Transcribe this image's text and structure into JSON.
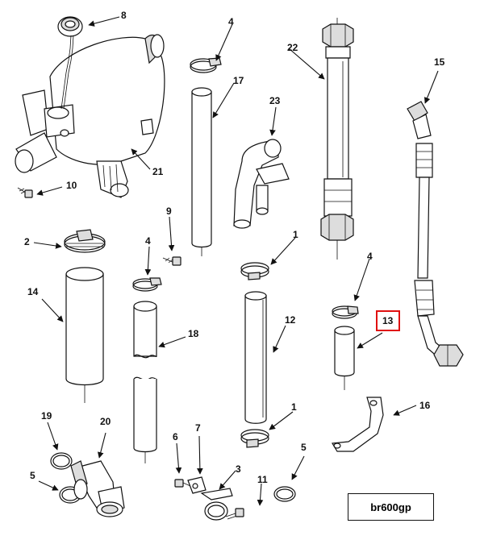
{
  "labels": {
    "l1a": "1",
    "l1b": "1",
    "l2": "2",
    "l3": "3",
    "l4a": "4",
    "l4b": "4",
    "l4c": "4",
    "l5a": "5",
    "l5b": "5",
    "l6": "6",
    "l7": "7",
    "l8": "8",
    "l9": "9",
    "l10": "10",
    "l11": "11",
    "l12": "12",
    "l13": "13",
    "l14": "14",
    "l15": "15",
    "l16": "16",
    "l17": "17",
    "l18": "18",
    "l19": "19",
    "l20": "20",
    "l21": "21",
    "l22": "22",
    "l23": "23"
  },
  "reference": "br600gp",
  "highlight_color": "#e01010"
}
